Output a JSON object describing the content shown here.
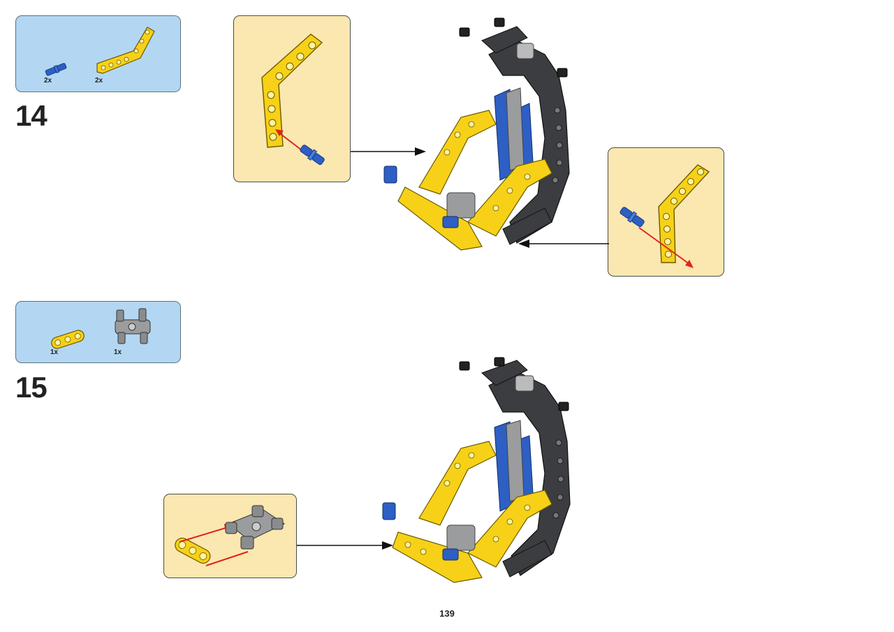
{
  "steps": [
    {
      "number": "14",
      "parts": [
        {
          "name": "blue-pin",
          "quantity": "2x"
        },
        {
          "name": "yellow-bent-beam",
          "quantity": "2x"
        }
      ]
    },
    {
      "number": "15",
      "parts": [
        {
          "name": "yellow-beam-3",
          "quantity": "1x"
        },
        {
          "name": "gray-connector",
          "quantity": "1x"
        }
      ]
    }
  ],
  "page_number": "139",
  "colors": {
    "parts_box": "#b3d7f2",
    "callout": "#fbe7b0",
    "yellow": "#f7d117",
    "blue": "#2d5fc4",
    "dark_gray": "#3b3d40",
    "light_gray": "#9a9c9e",
    "arrow_red": "#e0241b"
  }
}
